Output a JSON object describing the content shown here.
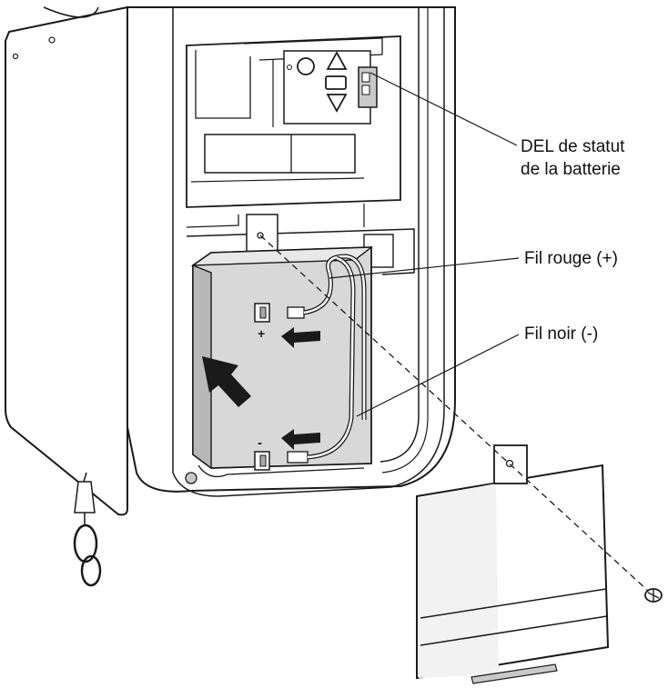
{
  "labels": {
    "led_line1": "DEL de statut",
    "led_line2": "de la batterie",
    "red_wire": "Fil rouge (+)",
    "black_wire": "Fil noir (-)"
  },
  "terminal_marks": {
    "plus": "+",
    "minus": "-"
  },
  "colors": {
    "line": "#1a1a1a",
    "fill": "#ffffff",
    "shade_light": "#e8e8e8",
    "shade_mid": "#c9c9c9",
    "shade_dark": "#a8a8a8"
  }
}
